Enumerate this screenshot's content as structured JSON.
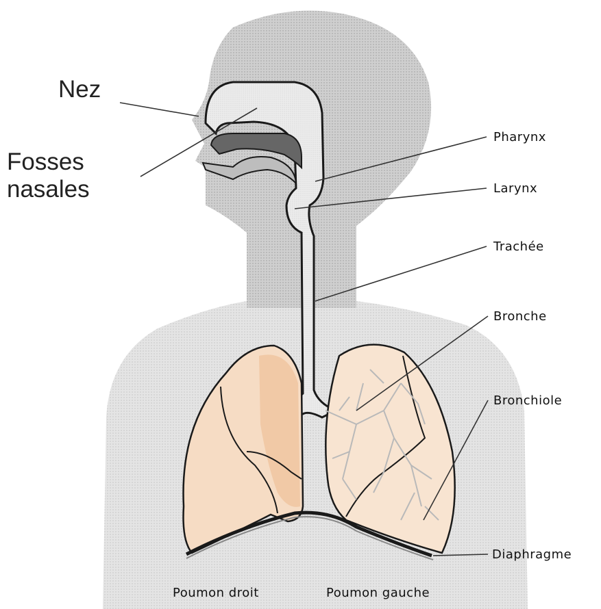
{
  "labels": {
    "nez": "Nez",
    "fosses_line1": "Fosses",
    "fosses_line2": "nasales",
    "pharynx": "Pharynx",
    "larynx": "Larynx",
    "trachee": "Trachée",
    "bronche": "Bronche",
    "bronchiole": "Bronchiole",
    "diaphragme": "Diaphragme",
    "poumon_droit": "Poumon droit",
    "poumon_gauche": "Poumon gauche"
  },
  "colors": {
    "head_fill": "#c9c9c9",
    "body_fill": "#dcdcdc",
    "airway_fill": "#e6e6e6",
    "lung_fill": "#f6dcc4",
    "lung_shade": "#f1c9a6",
    "outline": "#1a1a1a"
  }
}
